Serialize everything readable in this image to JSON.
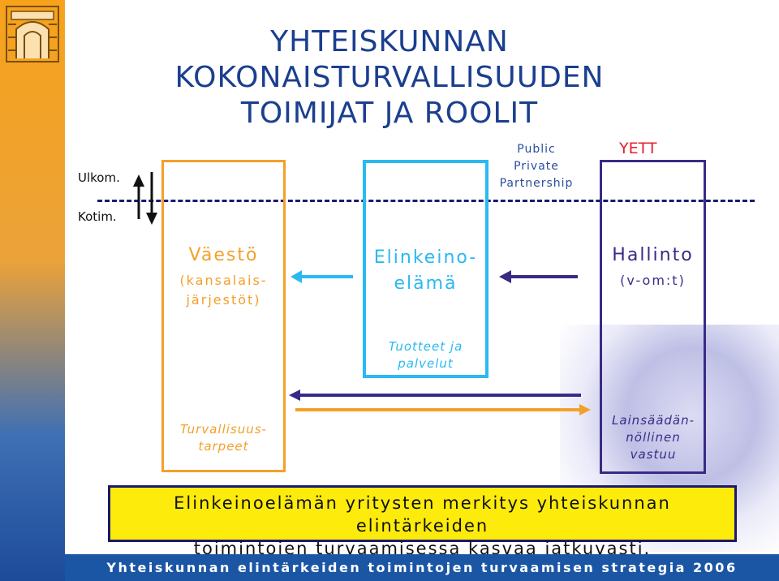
{
  "title": "YHTEISKUNNAN KOKONAISTURVALLISUUDEN TOIMIJAT JA ROOLIT",
  "title_lines": [
    "YHTEISKUNNAN",
    "KOKONAISTURVALLISUUDEN",
    "TOIMIJAT JA ROOLIT"
  ],
  "side_labels": {
    "outer": "Ulkom.",
    "inner": "Kotim."
  },
  "ppp_lines": [
    "Public",
    "Private",
    "Partnership"
  ],
  "yett": "YETT",
  "actors": {
    "vaesto": {
      "title": "Väestö",
      "sub_lines": [
        "(kansalais-",
        "järjestöt)"
      ],
      "bottom_lines": [
        "Turvallisuus-",
        "tarpeet"
      ]
    },
    "elinkeino": {
      "title_lines": [
        "Elinkeino-",
        "elämä"
      ],
      "bottom_lines": [
        "Tuotteet ja",
        "palvelut"
      ]
    },
    "hallinto": {
      "title": "Hallinto",
      "sub": "(v-om:t)",
      "bottom_lines": [
        "Lainsäädän-",
        "nöllinen",
        "vastuu"
      ]
    }
  },
  "banner_lines": [
    "Elinkeinoelämän yritysten merkitys yhteiskunnan elintärkeiden",
    "toimintojen turvaamisessa kasvaa jatkuvasti."
  ],
  "footer": "Yhteiskunnan elintärkeiden toimintojen turvaamisen strategia 2006",
  "colors": {
    "title": "#1b3f8f",
    "vaesto": "#f3a02b",
    "elinkeino": "#2ab9f0",
    "hallinto": "#3a2a86",
    "yett": "#e81d2a",
    "banner": "#fdeb0c",
    "footer": "#1b56a5"
  }
}
